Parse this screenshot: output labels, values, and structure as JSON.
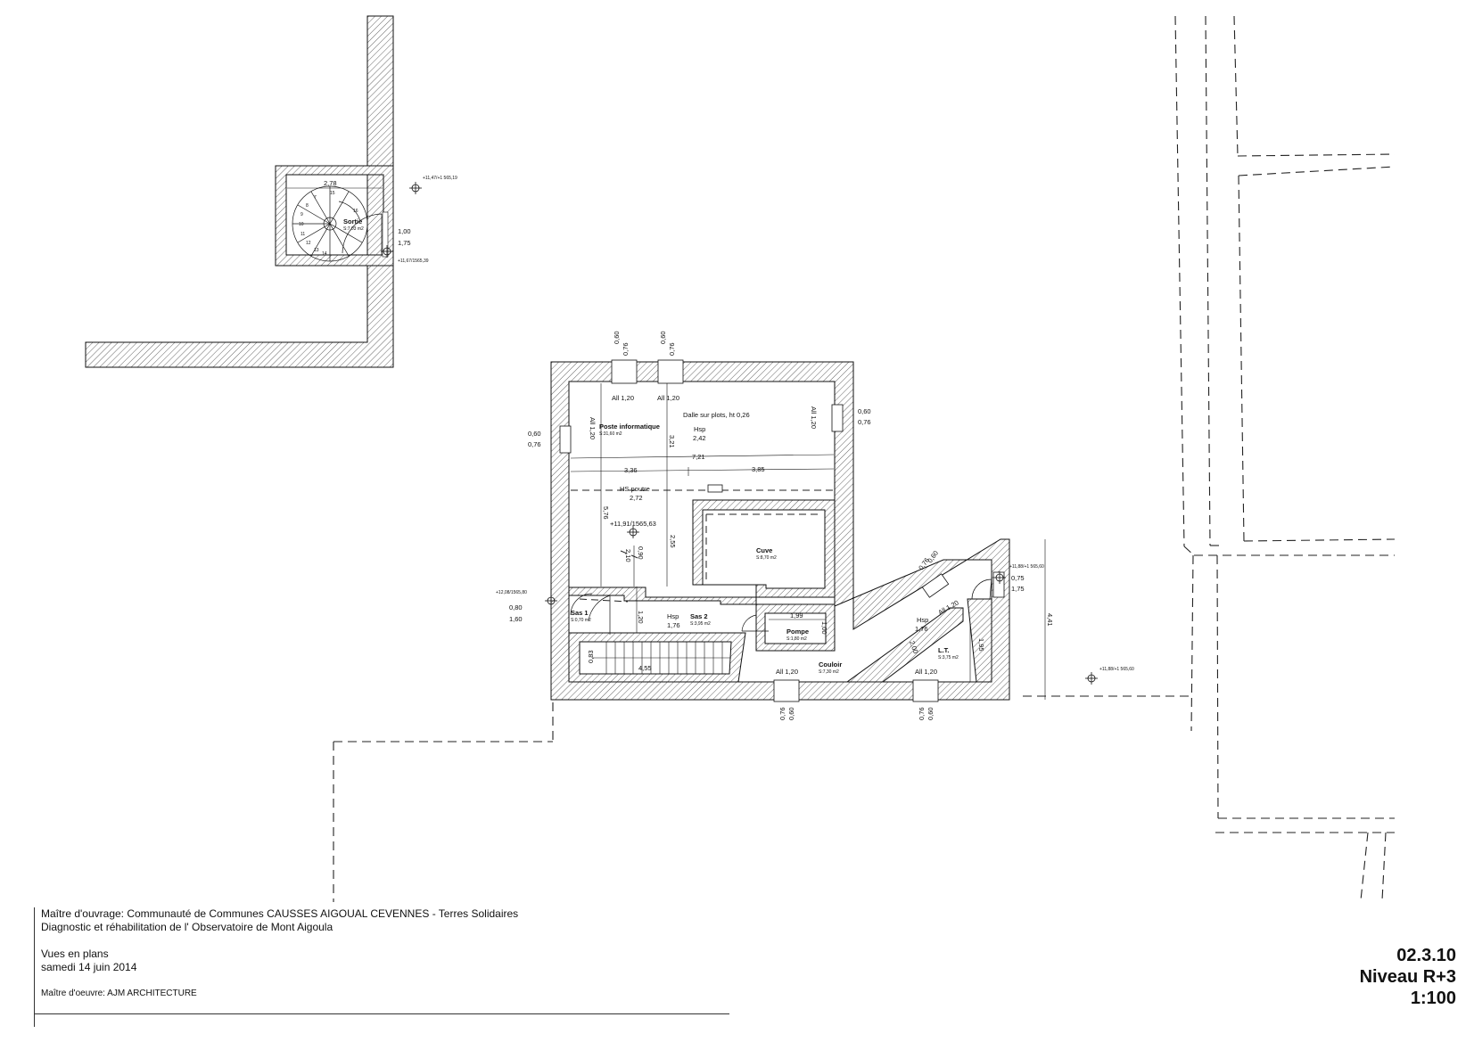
{
  "titleblock": {
    "owner": "Maître d'ouvrage: Communauté de Communes CAUSSES AIGOUAL CEVENNES - Terres Solidaires",
    "project": "Diagnostic et réhabilitation de l' Observatoire de Mont Aigoula",
    "view": "Vues en plans",
    "date": "samedi 14 juin 2014",
    "architect": "Maître d'oeuvre: AJM ARCHITECTURE"
  },
  "sheet": {
    "number": "02.3.10",
    "level": "Niveau R+3",
    "scale": "1:100"
  },
  "rooms": {
    "sortie": {
      "name": "Sortie",
      "area": "S:7,03 m2"
    },
    "poste": {
      "name": "Poste informatique",
      "area": "S:31,60 m2",
      "hsp_label": "Hsp",
      "hsp": "2,42"
    },
    "dalle": "Dalle sur plots, ht 0,26",
    "hs_poutre": {
      "label": "HS poutre",
      "value": "2,72"
    },
    "cuve": {
      "name": "Cuve",
      "area": "S:8,70 m2"
    },
    "sas1": {
      "name": "Sas 1",
      "area": "S:0,70 m2"
    },
    "sas2": {
      "name": "Sas 2",
      "area": "S:3,95 m2",
      "hsp_label": "Hsp",
      "hsp": "1,76"
    },
    "pompe": {
      "name": "Pompe",
      "area": "S:1,80 m2"
    },
    "couloir": {
      "name": "Couloir",
      "area": "S:7,30 m2"
    },
    "lt": {
      "name": "L.T.",
      "area": "S:3,75 m2",
      "hsp_label": "Hsp",
      "hsp": "1,76"
    }
  },
  "levels": {
    "l1": "+11,47/+1 565,19",
    "l2": "+11,67/1565,39",
    "l3": "+11,91/1565,63",
    "l4": "+12,08/1565,80",
    "l5": "+11,88/+1 565,60",
    "l6": "+11,88/+1 565,60"
  },
  "dims": {
    "d_278": "2,78",
    "d_100": "1,00",
    "d_175": "1,75",
    "d_060": "0,60",
    "d_076": "0,76",
    "all120": "All 1,20",
    "d_721": "7,21",
    "d_336": "3,36",
    "d_385": "3,85",
    "d_576": "5,76",
    "d_321": "3,21",
    "d_255": "2,55",
    "d_210": "2,10",
    "d_090": "0,90",
    "d_120": "1,20",
    "d_080": "0,80",
    "d_160": "1,60",
    "d_083": "0,83",
    "d_455": "4,55",
    "d_199": "1,99",
    "d_200": "2,00",
    "d_441": "4,41",
    "d_075": "0,75",
    "d_195": "1,95"
  },
  "stair_numbers": [
    "7",
    "8",
    "9",
    "10",
    "11",
    "12",
    "13",
    "14",
    "15",
    "16"
  ],
  "colors": {
    "ink": "#111111",
    "hatch": "#555555",
    "dash": "#222222"
  }
}
